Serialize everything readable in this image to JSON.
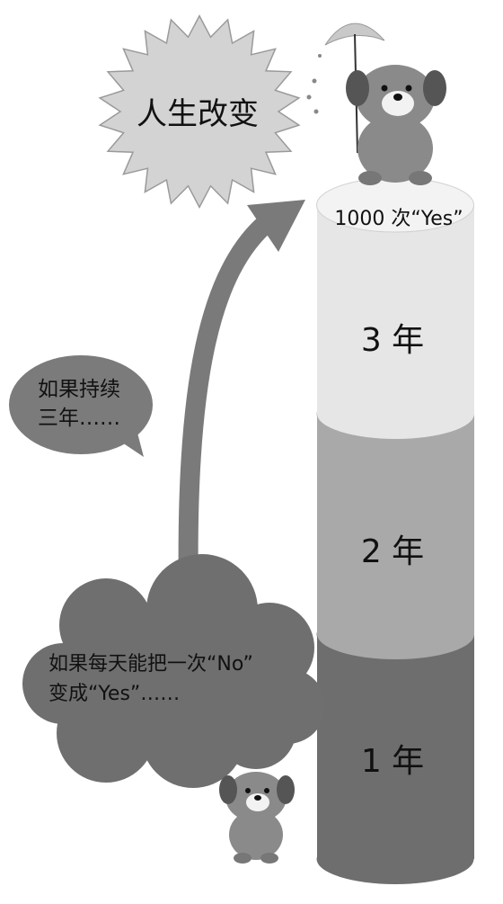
{
  "burst": {
    "label": "人生改变"
  },
  "top_label": "1000 次“Yes”",
  "segments": [
    {
      "label": "3 年",
      "color": "#e6e6e6"
    },
    {
      "label": "2 年",
      "color": "#a9a9a9"
    },
    {
      "label": "1 年",
      "color": "#6e6e6e"
    }
  ],
  "bubble_three_years": {
    "line1": "如果持续",
    "line2": "三年……"
  },
  "cloud": {
    "line1": "如果每天能把一次“No”",
    "line2": "变成“Yes”……"
  },
  "colors": {
    "arrow": "#7a7a7a",
    "bubble": "#7b7b7b",
    "cloud": "#6f6f6f",
    "burst": "#d3d3d3",
    "cylinder_top": "#f3f3f3",
    "dog_body": "#8a8a8a"
  }
}
